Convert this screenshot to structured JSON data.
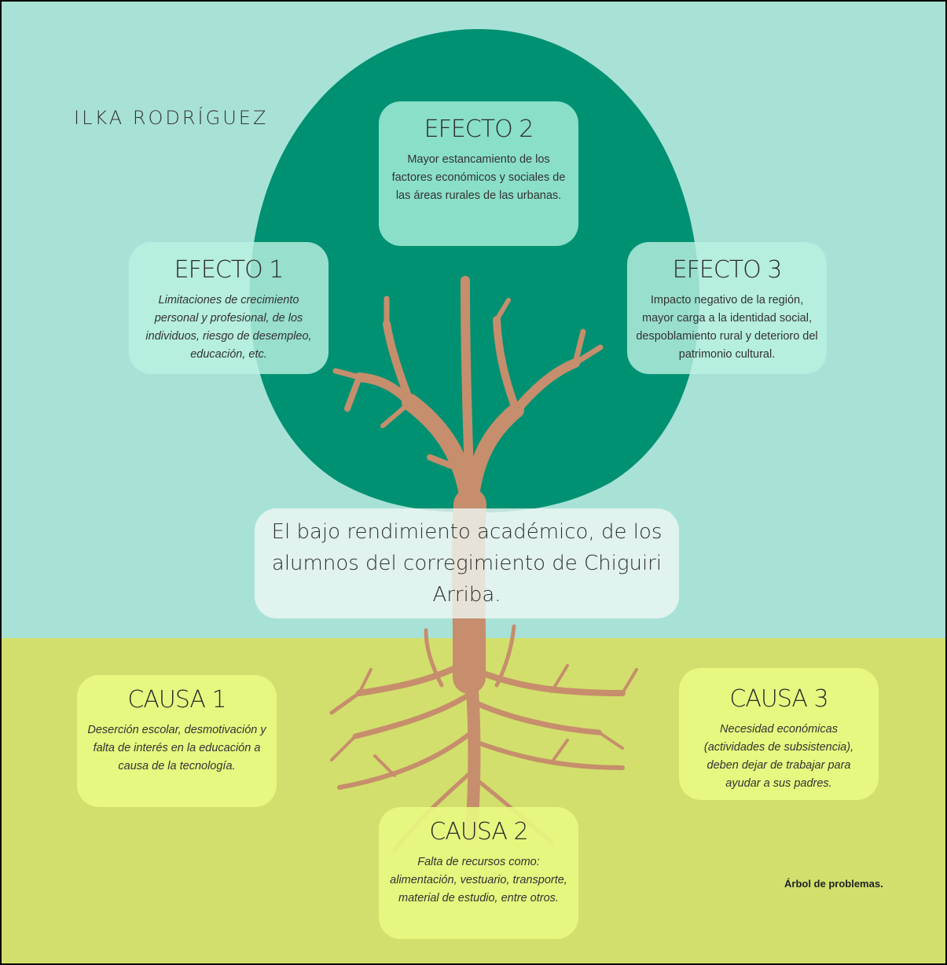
{
  "colors": {
    "sky": "#a8e2d6",
    "ground": "#d2df6c",
    "canopy": "#009173",
    "trunk": "#c68e6c",
    "effect_box": "#a9ecd9",
    "cause_box": "#e6f77f",
    "center_box": "#e6f4ee"
  },
  "author": "ILKA RODRÍGUEZ",
  "effects": [
    {
      "title": "EFECTO 1",
      "body": "Limitaciones de crecimiento personal y profesional, de los individuos, riesgo de desempleo, educación, etc."
    },
    {
      "title": "EFECTO 2",
      "body": "Mayor estancamiento de los factores económicos y sociales de las áreas rurales de las urbanas."
    },
    {
      "title": "EFECTO 3",
      "body": "Impacto negativo de la región, mayor carga a la identidad social, despoblamiento rural y deterioro del patrimonio cultural."
    }
  ],
  "problem": "El bajo rendimiento académico, de los alumnos del corregimiento de Chiguiri Arriba.",
  "causes": [
    {
      "title": "CAUSA 1",
      "body": "Deserción escolar, desmotivación y falta de interés en la educación a causa de la tecnología."
    },
    {
      "title": "CAUSA 2",
      "body": "Falta de recursos como: alimentación, vestuario, transporte, material de estudio, entre otros."
    },
    {
      "title": "CAUSA 3",
      "body": "Necesidad económicas (actividades de subsistencia), deben dejar de trabajar para ayudar a sus padres."
    }
  ],
  "caption": "Árbol de problemas."
}
